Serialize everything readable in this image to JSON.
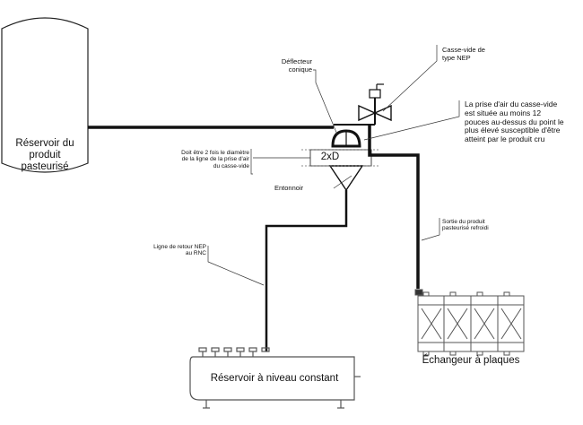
{
  "labels": {
    "reservoir_pasteurise": "Réservoir du\nproduit\npasteurisé",
    "deflecteur": "Déflecteur\nconique",
    "casse_vide": "Casse-vide de\ntype NEP",
    "prise_air_note": "La prise d'air du casse-vide\nest située au moins 12\npouces au-dessus du point le\nplus élevé susceptible d'être\natteint par le produit cru",
    "diametre_note": "Doit être 2 fois le diamètre\nde la ligne de la prise d'air\ndu casse-vide",
    "dimension": "2xD",
    "entonnoir": "Entonnoir",
    "sortie_produit": "Sortie du produit\npasteurisé refroidi",
    "ligne_retour": "Ligne de retour NEP\nau RNC",
    "echangeur": "Échangeur à plaques",
    "reservoir_niveau": "Réservoir à niveau constant"
  }
}
